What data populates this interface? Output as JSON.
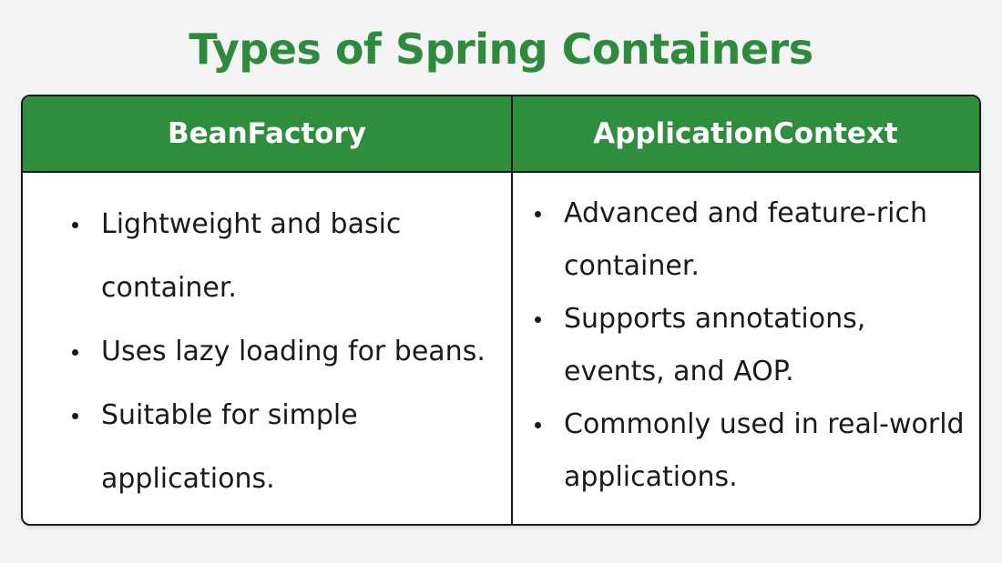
{
  "title": "Types of Spring Containers",
  "columns": [
    {
      "header": "BeanFactory",
      "items": [
        "Lightweight and basic container.",
        "Uses lazy loading for beans.",
        "Suitable for simple applications."
      ]
    },
    {
      "header": "ApplicationContext",
      "items": [
        "Advanced and feature-rich container.",
        "Supports annotations, events, and AOP.",
        "Commonly used in real-world applications."
      ]
    }
  ],
  "colors": {
    "title": "#2e8b3e",
    "header_bg": "#2f8e3e",
    "header_text": "#ffffff",
    "border": "#1a1a1a"
  }
}
